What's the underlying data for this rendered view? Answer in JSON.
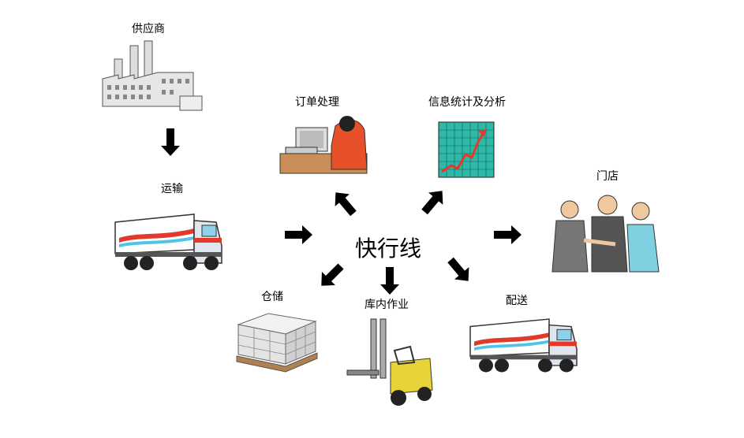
{
  "center": {
    "label": "快行线"
  },
  "nodes": {
    "supplier": {
      "label": "供应商",
      "icon": "factory-icon"
    },
    "transport": {
      "label": "运输",
      "icon": "truck-icon"
    },
    "order": {
      "label": "订单处理",
      "icon": "computer-worker-icon"
    },
    "stats": {
      "label": "信息统计及分析",
      "icon": "growth-chart-icon"
    },
    "store": {
      "label": "门店",
      "icon": "business-people-icon"
    },
    "storage": {
      "label": "仓储",
      "icon": "pallet-boxes-icon"
    },
    "warehouse": {
      "label": "库内作业",
      "icon": "forklift-icon"
    },
    "delivery": {
      "label": "配送",
      "icon": "truck-icon"
    }
  },
  "colors": {
    "arrow": "#000000",
    "truck_stripe": "#e23a2a",
    "truck_stripe2": "#4fc3e8",
    "forklift": "#e8d43a",
    "chart_bg": "#2fb8a8",
    "chart_line": "#e23a2a",
    "worker": "#e8502a"
  }
}
